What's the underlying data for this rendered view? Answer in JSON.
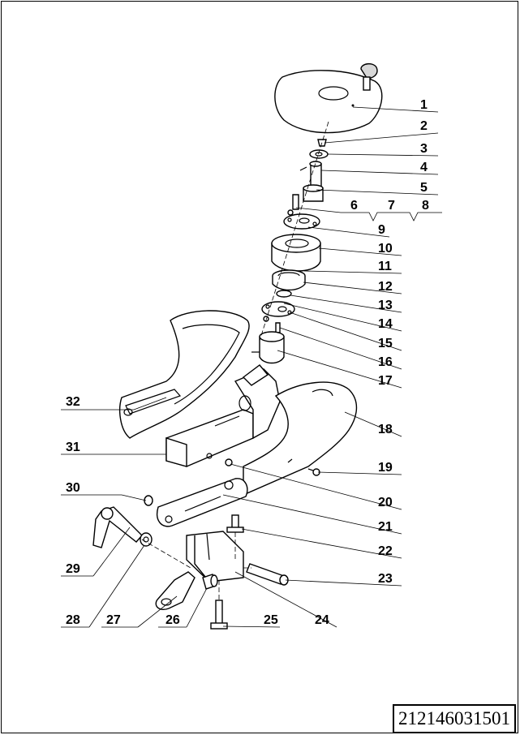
{
  "drawing_number": "212146031501",
  "part_labels": [
    "1",
    "2",
    "3",
    "4",
    "5",
    "6",
    "7",
    "8",
    "9",
    "10",
    "11",
    "12",
    "13",
    "14",
    "15",
    "16",
    "17",
    "18",
    "19",
    "20",
    "21",
    "22",
    "23",
    "24",
    "25",
    "26",
    "27",
    "28",
    "29",
    "30",
    "31",
    "32"
  ]
}
